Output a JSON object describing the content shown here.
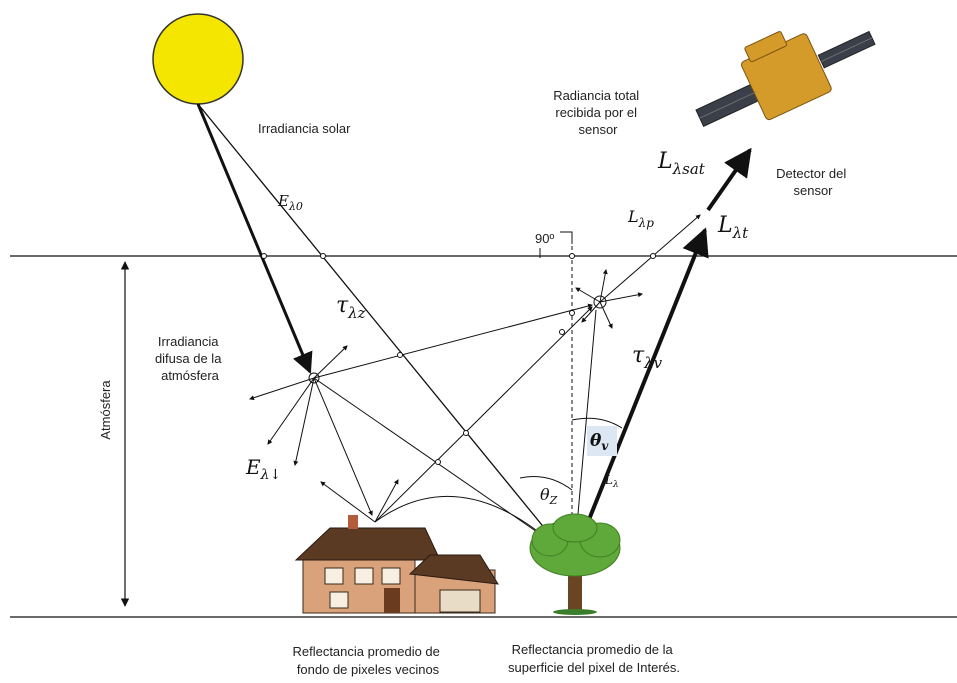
{
  "labels": {
    "irradiancia_solar": "Irradiancia solar",
    "radiancia_total": [
      "Radiancia total",
      "recibida por el",
      "sensor"
    ],
    "detector": [
      "Detector del",
      "sensor"
    ],
    "irradiancia_difusa": [
      "Irradiancia",
      "difusa de la",
      "atmósfera"
    ],
    "atmosfera": "Atmósfera",
    "reflectancia_fondo": [
      "Reflectancia promedio de",
      "fondo de pixeles vecinos"
    ],
    "reflectancia_pixel": [
      "Reflectancia promedio de la",
      "superficie del pixel de Interés."
    ],
    "angle_90": "90º"
  },
  "symbols": {
    "E_lambda0": {
      "base": "E",
      "sub": "λ0"
    },
    "tau_lambda_z": {
      "base": "τ",
      "sub": "λz"
    },
    "tau_lambda_v": {
      "base": "τ",
      "sub": "λv"
    },
    "E_lambda_down": {
      "base": "E",
      "sub": "λ↓"
    },
    "L_lambda_sat": {
      "base": "L",
      "sub": "λsat"
    },
    "L_lambda_p": {
      "base": "L",
      "sub": "λp"
    },
    "L_lambda_t": {
      "base": "L",
      "sub": "λt"
    },
    "L_lambda": {
      "base": "L",
      "sub": "λ"
    },
    "theta_z": {
      "base": "θ",
      "sub": "Z"
    },
    "theta_v": {
      "base": "θ",
      "sub": "v"
    }
  },
  "colors": {
    "sun": "#f5e600",
    "sun_outline": "#333333",
    "lines": "#111111",
    "theta_v_highlight": "#dde6f3",
    "house_roof": "#5b3a24",
    "house_wall": "#d9a27a",
    "tree_leaves": "#5fa83a",
    "tree_trunk": "#6b4423",
    "satellite_body": "#d49a2a",
    "satellite_panel": "#3a3f4a"
  },
  "icons": {
    "sun": "sun-icon",
    "satellite": "satellite-icon",
    "house": "house-icon",
    "tree": "tree-icon"
  }
}
